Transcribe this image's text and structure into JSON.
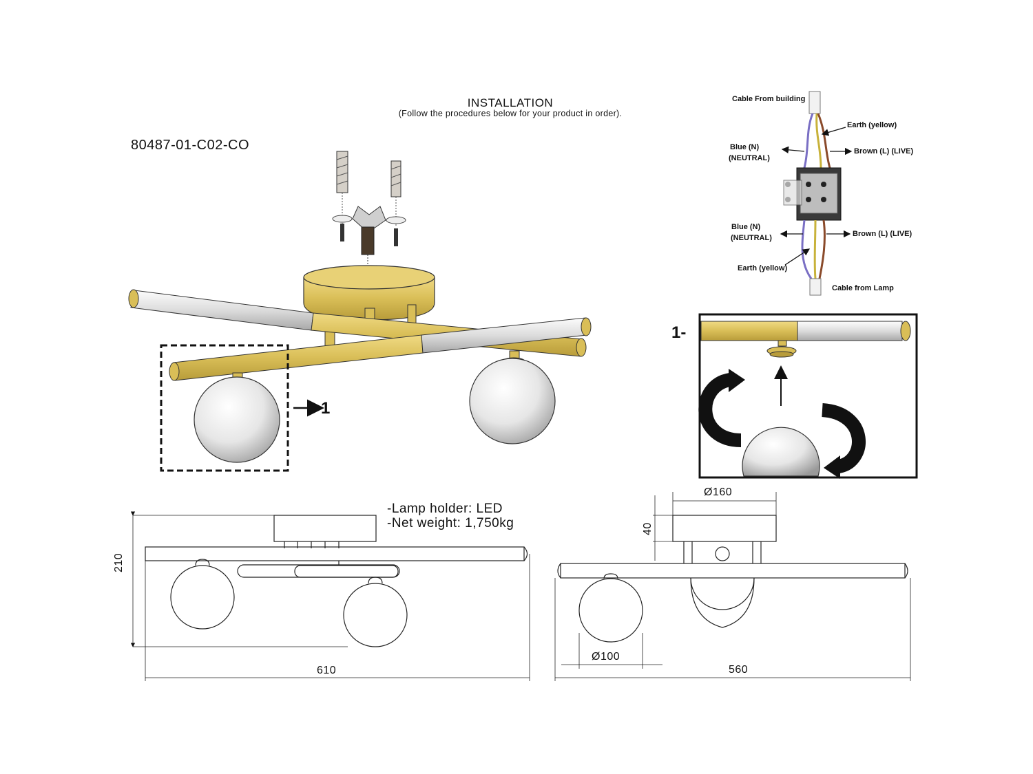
{
  "installation": {
    "title": "INSTALLATION",
    "subtitle": "(Follow the procedures below for your product in order)."
  },
  "product_code": "80487-01-C02-CO",
  "detail_reference": "1",
  "detail_label": "1-",
  "wiring": {
    "cable_from_building": "Cable From building",
    "earth_top": "Earth (yellow)",
    "blue_top_line1": "Blue (N)",
    "blue_top_line2": "(NEUTRAL)",
    "brown_top": "Brown (L) (LIVE)",
    "blue_bottom_line1": "Blue (N)",
    "blue_bottom_line2": "(NEUTRAL)",
    "brown_bottom": "Brown (L) (LIVE)",
    "earth_bottom": "Earth (yellow)",
    "cable_from_lamp": "Cable from Lamp"
  },
  "specs": {
    "lamp_holder": "-Lamp holder: LED",
    "net_weight": "-Net weight: 1,750kg"
  },
  "dimensions": {
    "height": "210",
    "width_front": "610",
    "base_diameter": "Ø160",
    "base_height": "40",
    "globe_diameter": "Ø100",
    "width_side": "560"
  },
  "colors": {
    "gold": "#D9BE57",
    "gold_dark": "#A88E2E",
    "chrome": "#E6E6E6",
    "line": "#222222",
    "blue_wire": "#7A6FC4",
    "brown_wire": "#8A4A2A",
    "earth_wire": "#C8B23A"
  }
}
